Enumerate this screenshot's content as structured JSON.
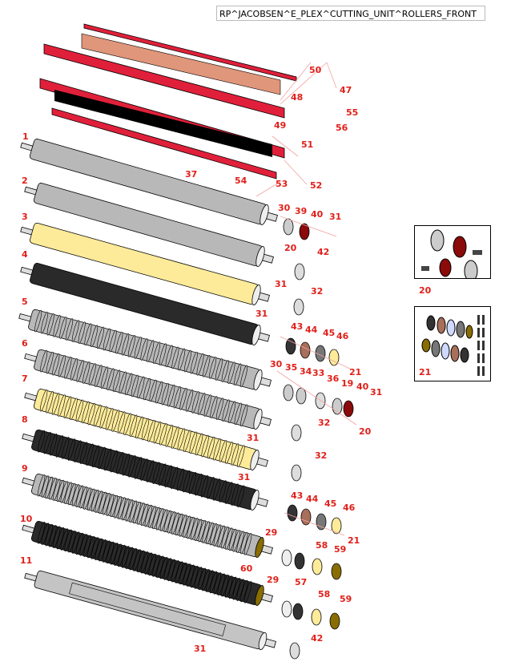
{
  "title": "RP^JACOBSEN^E_PLEX^CUTTING_UNIT^ROLLERS_FRONT",
  "colors": {
    "callout": "#e0201a",
    "plate_red": "#e0203a",
    "roller_gray": "#b8b8b8",
    "roller_yellow": "#fdeb9a",
    "roller_black": "#2a2a2a",
    "bearing_red": "#8b0a0a",
    "bronze": "#8a6d00"
  },
  "labels": [
    "50",
    "47",
    "48",
    "55",
    "49",
    "56",
    "51",
    "1",
    "37",
    "54",
    "53",
    "52",
    "2",
    "30",
    "39",
    "40",
    "31",
    "3",
    "20",
    "42",
    "4",
    "31",
    "32",
    "31",
    "5",
    "43",
    "44",
    "45",
    "46",
    "6",
    "21",
    "30",
    "35",
    "34",
    "33",
    "36",
    "19",
    "40",
    "31",
    "7",
    "32",
    "31",
    "20",
    "8",
    "32",
    "31",
    "9",
    "43",
    "44",
    "45",
    "46",
    "21",
    "10",
    "29",
    "58",
    "59",
    "60",
    "11",
    "29",
    "57",
    "58",
    "59",
    "31",
    "42"
  ],
  "insets": [
    {
      "label": "20"
    },
    {
      "label": "21"
    }
  ]
}
